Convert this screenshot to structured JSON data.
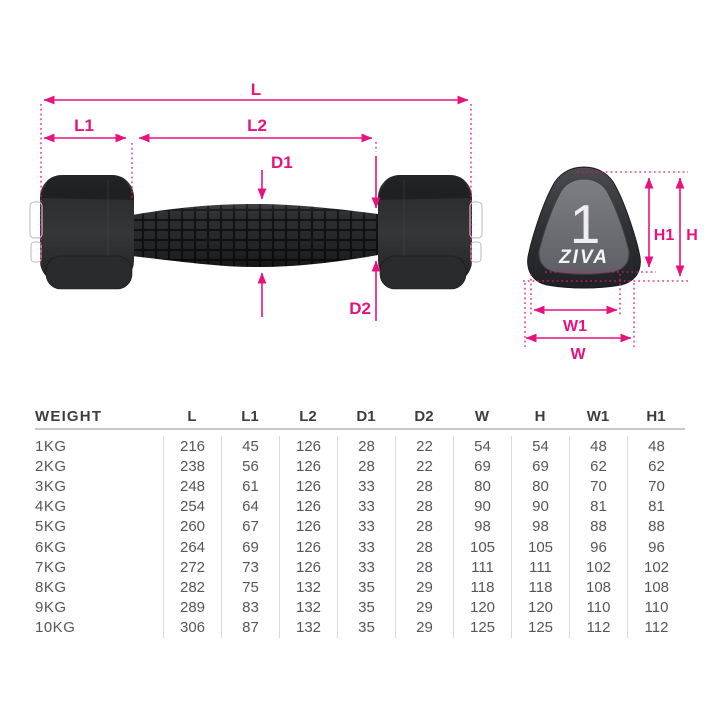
{
  "colors": {
    "accent": "#e8127f"
  },
  "diagram": {
    "side_view": {
      "labels": {
        "L": "L",
        "L1": "L1",
        "L2": "L2",
        "D1": "D1",
        "D2": "D2"
      }
    },
    "front_view": {
      "weight_badge": "1",
      "brand": "ZIVA",
      "labels": {
        "H1": "H1",
        "H": "H",
        "W1": "W1",
        "W": "W"
      }
    }
  },
  "table": {
    "weight_header": "WEIGHT",
    "dimension_headers": [
      "L",
      "L1",
      "L2",
      "D1",
      "D2",
      "W",
      "H",
      "W1",
      "H1"
    ],
    "rows": [
      {
        "weight": "1KG",
        "values": [
          "216",
          "45",
          "126",
          "28",
          "22",
          "54",
          "54",
          "48",
          "48"
        ]
      },
      {
        "weight": "2KG",
        "values": [
          "238",
          "56",
          "126",
          "28",
          "22",
          "69",
          "69",
          "62",
          "62"
        ]
      },
      {
        "weight": "3KG",
        "values": [
          "248",
          "61",
          "126",
          "33",
          "28",
          "80",
          "80",
          "70",
          "70"
        ]
      },
      {
        "weight": "4KG",
        "values": [
          "254",
          "64",
          "126",
          "33",
          "28",
          "90",
          "90",
          "81",
          "81"
        ]
      },
      {
        "weight": "5KG",
        "values": [
          "260",
          "67",
          "126",
          "33",
          "28",
          "98",
          "98",
          "88",
          "88"
        ]
      },
      {
        "weight": "6KG",
        "values": [
          "264",
          "69",
          "126",
          "33",
          "28",
          "105",
          "105",
          "96",
          "96"
        ]
      },
      {
        "weight": "7KG",
        "values": [
          "272",
          "73",
          "126",
          "33",
          "28",
          "111",
          "111",
          "102",
          "102"
        ]
      },
      {
        "weight": "8KG",
        "values": [
          "282",
          "75",
          "132",
          "35",
          "29",
          "118",
          "118",
          "108",
          "108"
        ]
      },
      {
        "weight": "9KG",
        "values": [
          "289",
          "83",
          "132",
          "35",
          "29",
          "120",
          "120",
          "110",
          "110"
        ]
      },
      {
        "weight": "10KG",
        "values": [
          "306",
          "87",
          "132",
          "35",
          "29",
          "125",
          "125",
          "112",
          "112"
        ]
      }
    ]
  }
}
